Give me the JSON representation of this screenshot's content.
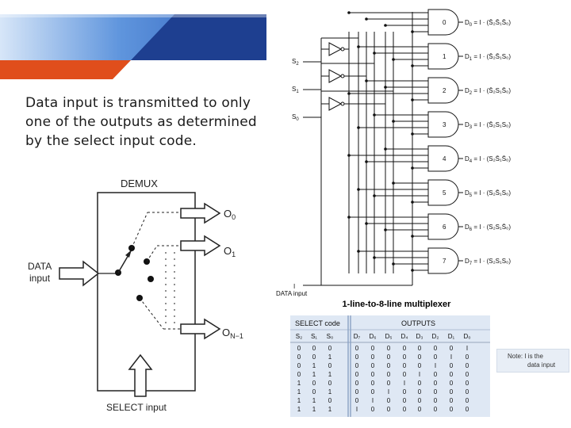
{
  "description": "Data input is transmitted to only one of the outputs as determined by the select input code.",
  "demux": {
    "title": "DEMUX",
    "data_input_label_1": "DATA",
    "data_input_label_2": "input",
    "select_label": "SELECT input",
    "out_0": "O",
    "out_0_sub": "0",
    "out_1": "O",
    "out_1_sub": "1",
    "out_n": "O",
    "out_n_sub": "N−1"
  },
  "decoder": {
    "caption": "1-line-to-8-line multiplexer",
    "select_labels": [
      "S",
      "S",
      "S"
    ],
    "select_subs": [
      "2",
      "1",
      "0"
    ],
    "data_label_symbol": "I",
    "data_label": "DATA input",
    "gate_numbers": [
      "0",
      "1",
      "2",
      "3",
      "4",
      "5",
      "6",
      "7"
    ],
    "output_names": [
      "D",
      "D",
      "D",
      "D",
      "D",
      "D",
      "D",
      "D"
    ],
    "output_subs": [
      "0",
      "1",
      "2",
      "3",
      "4",
      "5",
      "6",
      "7"
    ],
    "equation_prefix": "= I · ",
    "equation_terms": [
      "(S̄₂S̄₁S̄₀)",
      "(S̄₂S̄₁S₀)",
      "(S̄₂S₁S̄₀)",
      "(S̄₂S₁S₀)",
      "(S₂S̄₁S̄₀)",
      "(S₂S̄₁S₀)",
      "(S₂S₁S̄₀)",
      "(S₂S₁S₀)"
    ]
  },
  "truth_table": {
    "select_header": "SELECT code",
    "outputs_header": "OUTPUTS",
    "columns": [
      "S₂",
      "S₁",
      "S₀",
      "D₇",
      "D₆",
      "D₅",
      "D₄",
      "D₃",
      "D₂",
      "D₁",
      "D₀"
    ],
    "rows": [
      [
        "0",
        "0",
        "0",
        "0",
        "0",
        "0",
        "0",
        "0",
        "0",
        "0",
        "I"
      ],
      [
        "0",
        "0",
        "1",
        "0",
        "0",
        "0",
        "0",
        "0",
        "0",
        "I",
        "0"
      ],
      [
        "0",
        "1",
        "0",
        "0",
        "0",
        "0",
        "0",
        "0",
        "I",
        "0",
        "0"
      ],
      [
        "0",
        "1",
        "1",
        "0",
        "0",
        "0",
        "0",
        "I",
        "0",
        "0",
        "0"
      ],
      [
        "1",
        "0",
        "0",
        "0",
        "0",
        "0",
        "I",
        "0",
        "0",
        "0",
        "0"
      ],
      [
        "1",
        "0",
        "1",
        "0",
        "0",
        "I",
        "0",
        "0",
        "0",
        "0",
        "0"
      ],
      [
        "1",
        "1",
        "0",
        "0",
        "I",
        "0",
        "0",
        "0",
        "0",
        "0",
        "0"
      ],
      [
        "1",
        "1",
        "1",
        "I",
        "0",
        "0",
        "0",
        "0",
        "0",
        "0",
        "0"
      ]
    ]
  },
  "note": {
    "line1": "Note: I is the",
    "line2": "data input"
  },
  "colors": {
    "header_blue_dark": "#1f3f8f",
    "header_blue_light": "#6aa0e0",
    "header_orange": "#e04e1c",
    "table_bg": "#dfe8f4"
  }
}
